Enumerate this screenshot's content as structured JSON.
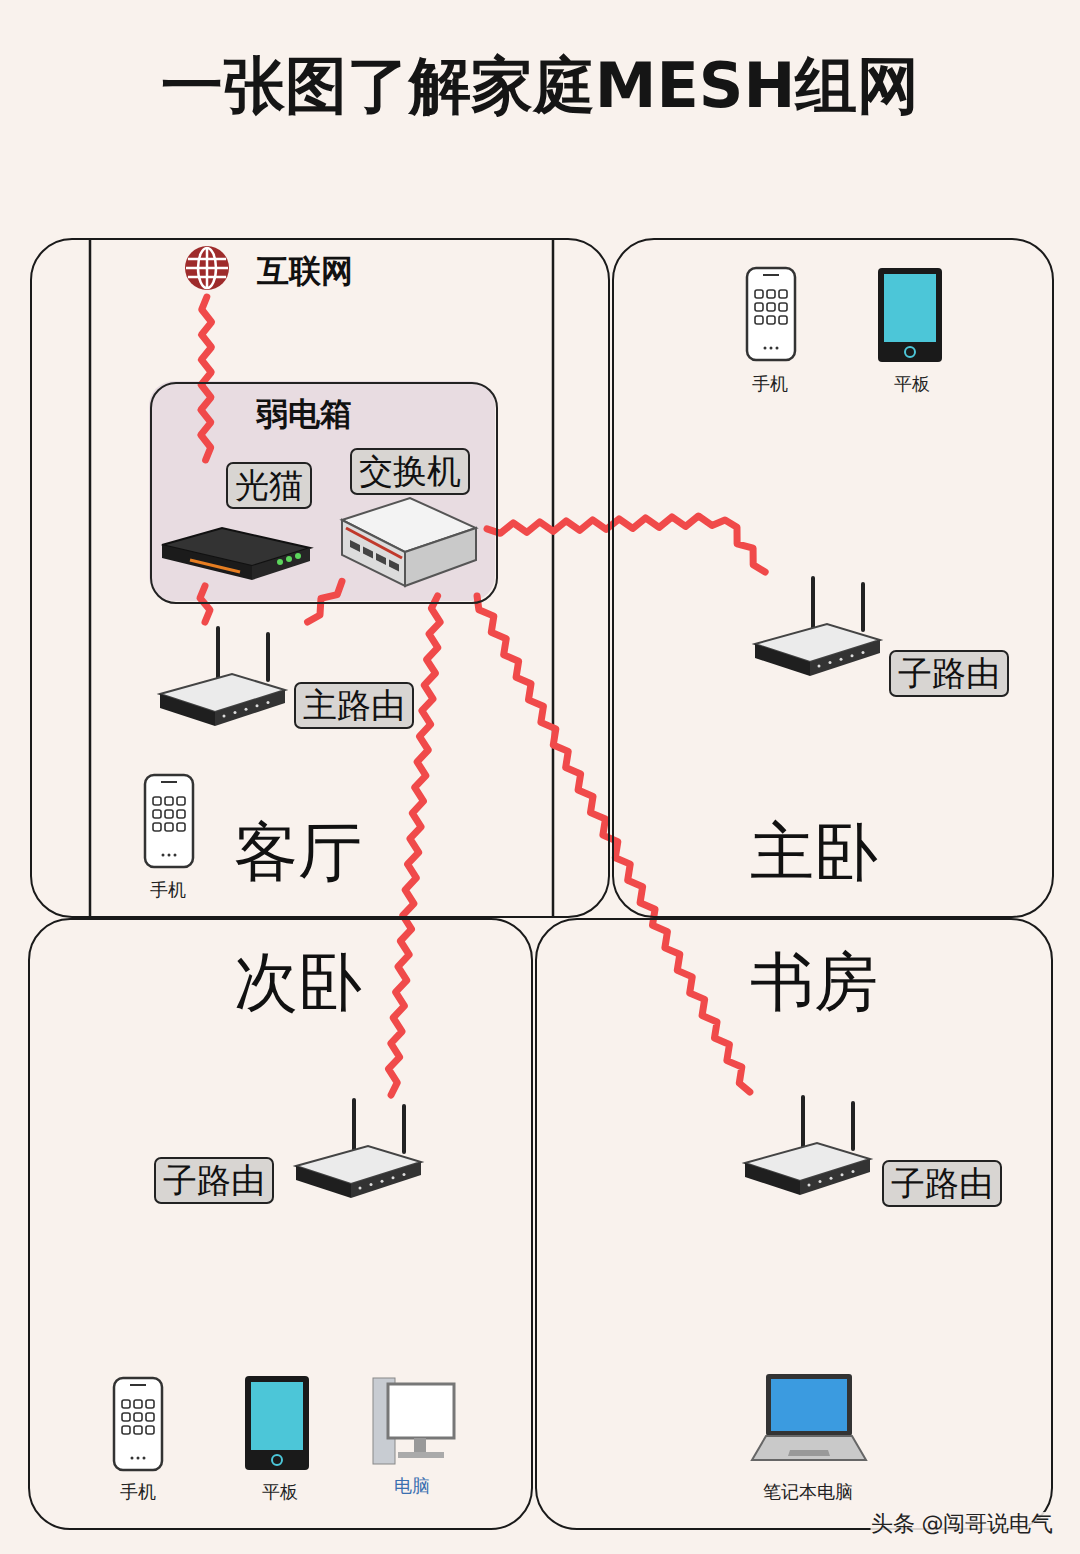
{
  "diagram": {
    "title": "一张图了解家庭MESH组网",
    "nodes": [
      {
        "text": [
          "客厅"
        ]
      },
      {
        "text": [
          "互联网"
        ],
        "in": 0
      },
      {
        "text": [
          "弱电箱"
        ],
        "in": 0
      },
      {
        "text": [
          "光猫"
        ],
        "in": 2
      },
      {
        "text": [
          "交换机"
        ],
        "in": 2
      },
      {
        "text": [
          "主路由"
        ],
        "in": 0
      },
      {
        "text": [
          "主卧"
        ]
      },
      {
        "text": [
          "子路由"
        ],
        "in": 6
      },
      {
        "text": [
          "次卧"
        ]
      },
      {
        "text": [
          "子路由"
        ],
        "in": 8
      },
      {
        "text": [
          "书房"
        ]
      },
      {
        "text": [
          "子路由"
        ],
        "in": 10
      }
    ],
    "edges": [
      {
        "from": 1,
        "to": 3,
        "arrow": "none"
      },
      {
        "from": 3,
        "to": 5,
        "arrow": "none"
      },
      {
        "from": 5,
        "to": 4,
        "arrow": "none"
      },
      {
        "from": 4,
        "to": 7,
        "arrow": "none"
      },
      {
        "from": 4,
        "to": 9,
        "arrow": "none"
      },
      {
        "from": 4,
        "to": 11,
        "arrow": "none"
      }
    ],
    "labels": [
      "手机",
      "平板",
      "手机",
      "手机",
      "平板",
      "电脑",
      "笔记本电脑",
      "头条 @闯哥说电气"
    ]
  }
}
